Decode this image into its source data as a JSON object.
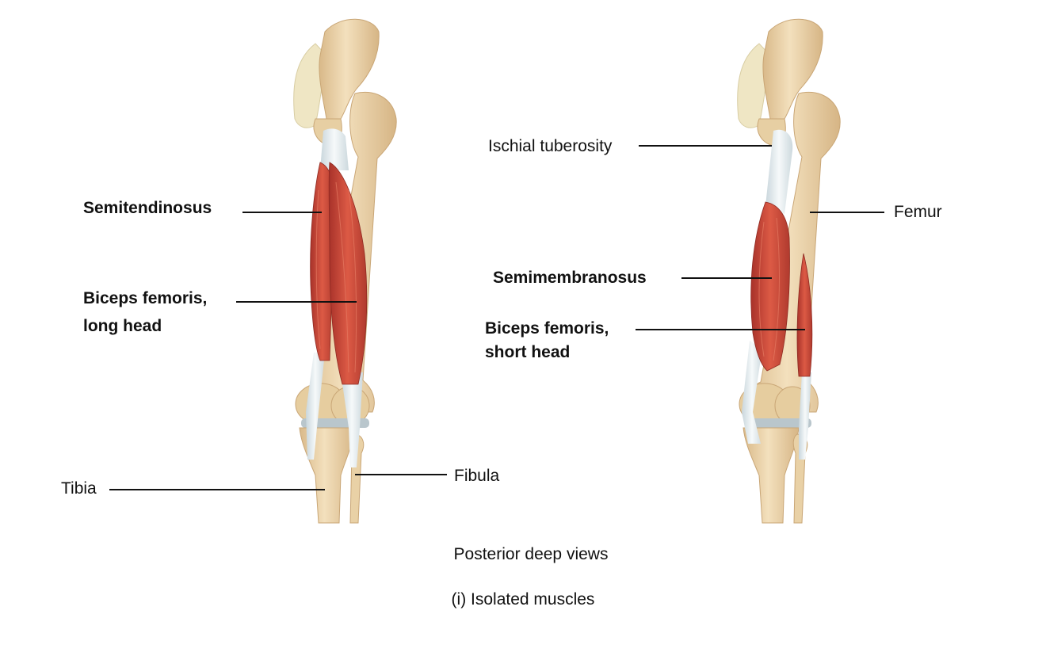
{
  "labels": {
    "semitendinosus": "Semitendinosus",
    "biceps_long_1": "Biceps femoris,",
    "biceps_long_2": "long head",
    "tibia": "Tibia",
    "fibula": "Fibula",
    "ischial_tuberosity": "Ischial tuberosity",
    "femur": "Femur",
    "semimembranosus": "Semimembranosus",
    "biceps_short_1": "Biceps femoris,",
    "biceps_short_2": "short head"
  },
  "captions": {
    "view": "Posterior deep views",
    "panel": "(i) Isolated muscles"
  },
  "colors": {
    "bone": "#ecd5ad",
    "bone_shadow": "#d8b887",
    "muscle": "#cf4b3a",
    "muscle_dark": "#a8322a",
    "tendon": "#e4ebef",
    "sacrum": "#efe6c4",
    "cartilage": "#b9c6cc"
  }
}
